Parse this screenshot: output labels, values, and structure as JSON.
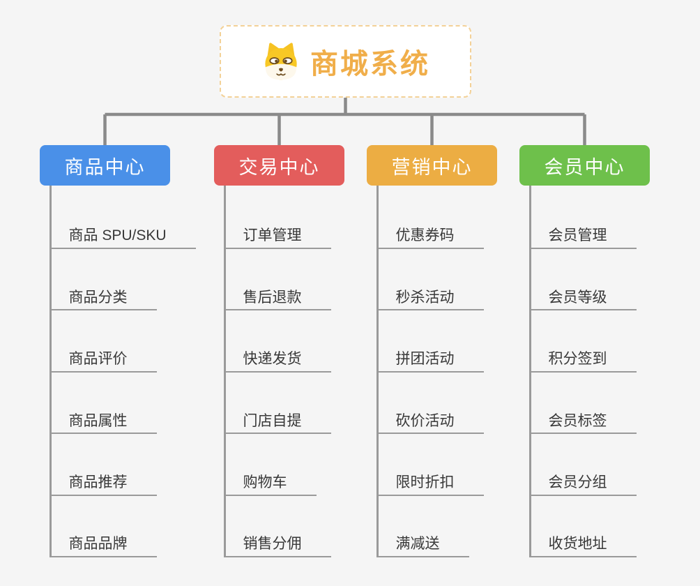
{
  "root": {
    "title": "商城系统",
    "icon": "dog-face-icon"
  },
  "branches": [
    {
      "label": "商品中心",
      "color": "#4a90e8",
      "children": [
        "商品 SPU/SKU",
        "商品分类",
        "商品评价",
        "商品属性",
        "商品推荐",
        "商品品牌"
      ]
    },
    {
      "label": "交易中心",
      "color": "#e35d5c",
      "children": [
        "订单管理",
        "售后退款",
        "快递发货",
        "门店自提",
        "购物车",
        "销售分佣"
      ]
    },
    {
      "label": "营销中心",
      "color": "#ecad43",
      "children": [
        "优惠券码",
        "秒杀活动",
        "拼团活动",
        "砍价活动",
        "限时折扣",
        "满减送"
      ]
    },
    {
      "label": "会员中心",
      "color": "#6ec04b",
      "children": [
        "会员管理",
        "会员等级",
        "积分签到",
        "会员标签",
        "会员分组",
        "收货地址"
      ]
    }
  ],
  "colors": {
    "background": "#f5f5f5",
    "connector_line": "#8a8a8a",
    "leaf_underline": "#9a9a9a",
    "leaf_text": "#383838",
    "root_title": "#f0ae4a",
    "root_border": "#f3d197",
    "dog_yellow": "#f8c825",
    "dog_brown": "#6d4c1e"
  }
}
